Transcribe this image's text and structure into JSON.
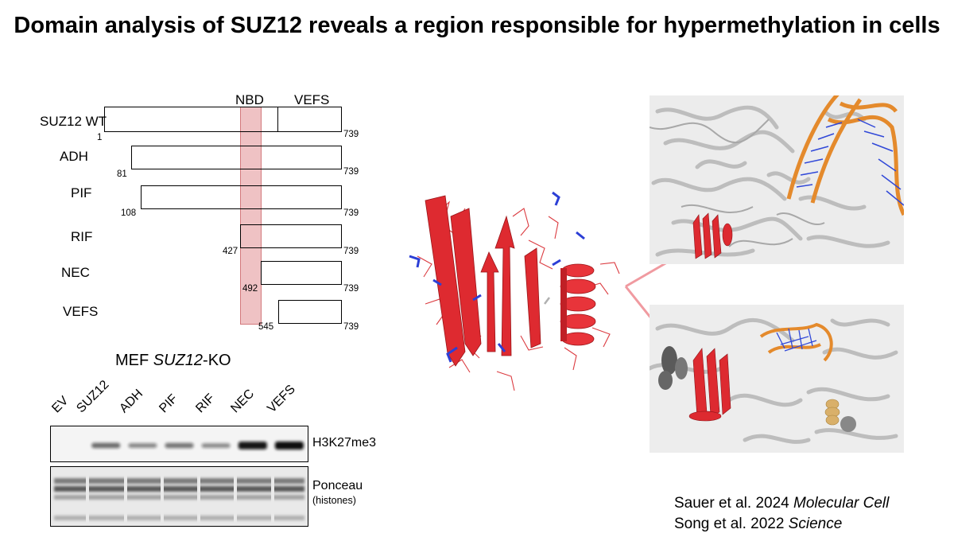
{
  "title": "Domain analysis of SUZ12 reveals a region responsible for hypermethylation in cells",
  "domain_diagram": {
    "region_labels": [
      "NBD",
      "VEFS"
    ],
    "constructs": [
      {
        "name": "SUZ12 WT",
        "start": "1",
        "end": "739"
      },
      {
        "name": "ADH",
        "start": "81",
        "end": "739"
      },
      {
        "name": "PIF",
        "start": "108",
        "end": "739"
      },
      {
        "name": "RIF",
        "start": "427",
        "end": "739"
      },
      {
        "name": "NEC",
        "start": "492",
        "end": "739"
      },
      {
        "name": "VEFS",
        "start": "545",
        "end": "739"
      }
    ]
  },
  "western": {
    "title_prefix": "MEF ",
    "title_italic": "SUZ12",
    "title_suffix": "-KO",
    "lanes": [
      "EV",
      "SUZ12",
      "ADH",
      "PIF",
      "RIF",
      "NEC",
      "VEFS"
    ],
    "h3k27me3_intensity": [
      0.0,
      0.45,
      0.3,
      0.4,
      0.28,
      0.95,
      1.0
    ],
    "panel_labels": {
      "h3k27me3": "H3K27me3",
      "ponceau": "Ponceau",
      "ponceau_sub": "(histones)"
    }
  },
  "structures": {
    "colors": {
      "domain": "#e0262c",
      "dna": "#e48a2c",
      "complex": "#c8c8c8",
      "dark_complex": "#707070"
    }
  },
  "citations": [
    {
      "plain": "Sauer et al. 2024 ",
      "italic": "Molecular Cell"
    },
    {
      "plain": "Song et al. 2022 ",
      "italic": "Science"
    }
  ]
}
